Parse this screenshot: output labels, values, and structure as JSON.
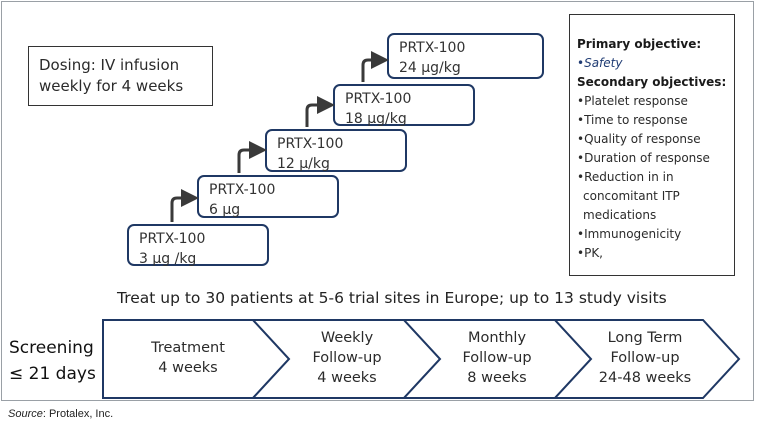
{
  "dosing": {
    "line1": "Dosing: IV infusion",
    "line2": "weekly for 4 weeks"
  },
  "doses": [
    {
      "drug": "PRTX-100",
      "dose": "3 µg /kg"
    },
    {
      "drug": "PRTX-100",
      "dose": "6 µg"
    },
    {
      "drug": "PRTX-100",
      "dose": "12 µ/kg"
    },
    {
      "drug": "PRTX-100",
      "dose": "18 µg/kg"
    },
    {
      "drug": "PRTX-100",
      "dose": "24 µg/kg"
    }
  ],
  "objectives": {
    "primary_title": "Primary objective:",
    "primary_item": "Safety",
    "secondary_title": "Secondary objectives:",
    "secondary_items": [
      "Platelet response",
      "Time to response",
      "Quality of response",
      "Duration of response",
      "Reduction in in",
      "Immunogenicity",
      "PK,"
    ],
    "secondary_continuation": [
      "concomitant ITP",
      "medications"
    ]
  },
  "treat_line": "Treat up to 30 patients at 5-6 trial sites in Europe; up to 13 study visits",
  "screening": {
    "line1": "Screening",
    "line2": "≤ 21 days"
  },
  "phases": [
    {
      "line1": "Treatment",
      "line2": "4 weeks"
    },
    {
      "line1": "Weekly",
      "line2": "Follow-up",
      "line3": "4 weeks"
    },
    {
      "line1": "Monthly",
      "line2": "Follow-up",
      "line3": "8 weeks"
    },
    {
      "line1": "Long Term",
      "line2": "Follow-up",
      "line3": "24-48 weeks"
    }
  ],
  "source": {
    "label": "Source",
    "text": ": Protalex, Inc."
  },
  "colors": {
    "step_border": "#1f3864",
    "chevron_border": "#1f3864",
    "safety_text": "#1f3b73"
  }
}
